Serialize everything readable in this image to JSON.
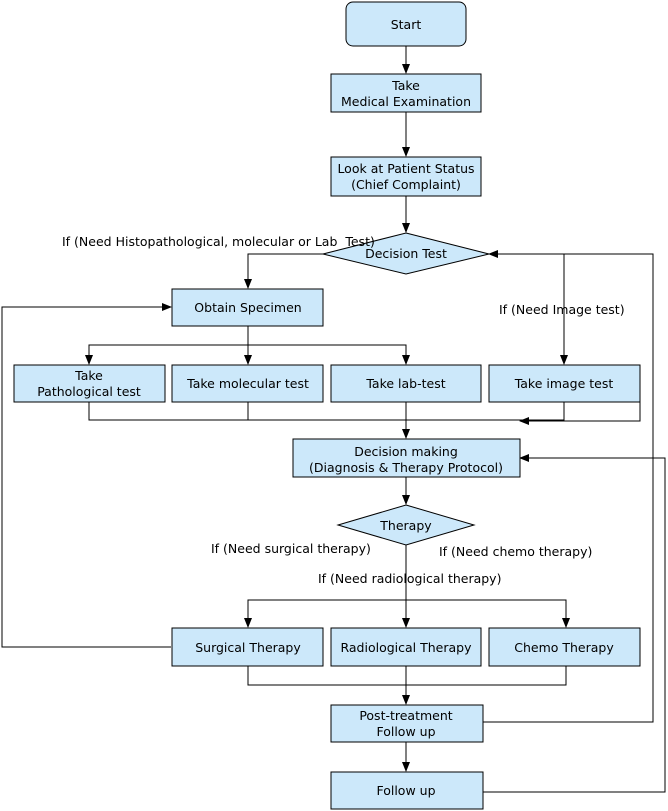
{
  "nodes": {
    "start": "Start",
    "take_exam": [
      "Take",
      "Medical Examination"
    ],
    "patient_status": [
      "Look at Patient Status",
      "(Chief Complaint)"
    ],
    "decision_test": "Decision Test",
    "obtain_specimen": "Obtain Specimen",
    "pathological_test": [
      "Take",
      "Pathological test"
    ],
    "molecular_test": "Take molecular test",
    "lab_test": "Take lab-test",
    "image_test": "Take image test",
    "decision_making": [
      "Decision making",
      "(Diagnosis & Therapy Protocol)"
    ],
    "therapy": "Therapy",
    "surgical_therapy": "Surgical Therapy",
    "radiological_therapy": "Radiological Therapy",
    "chemo_therapy": "Chemo Therapy",
    "post_treatment": [
      "Post-treatment",
      "Follow up"
    ],
    "follow_up": "Follow up"
  },
  "conditions": {
    "need_histo": "If (Need Histopathological, molecular or Lab  Test)",
    "need_image": "If (Need Image test)",
    "need_surgical": "If (Need surgical therapy)",
    "need_chemo": "If (Need chemo therapy)",
    "need_radiological": "If (Need radiological therapy)"
  }
}
